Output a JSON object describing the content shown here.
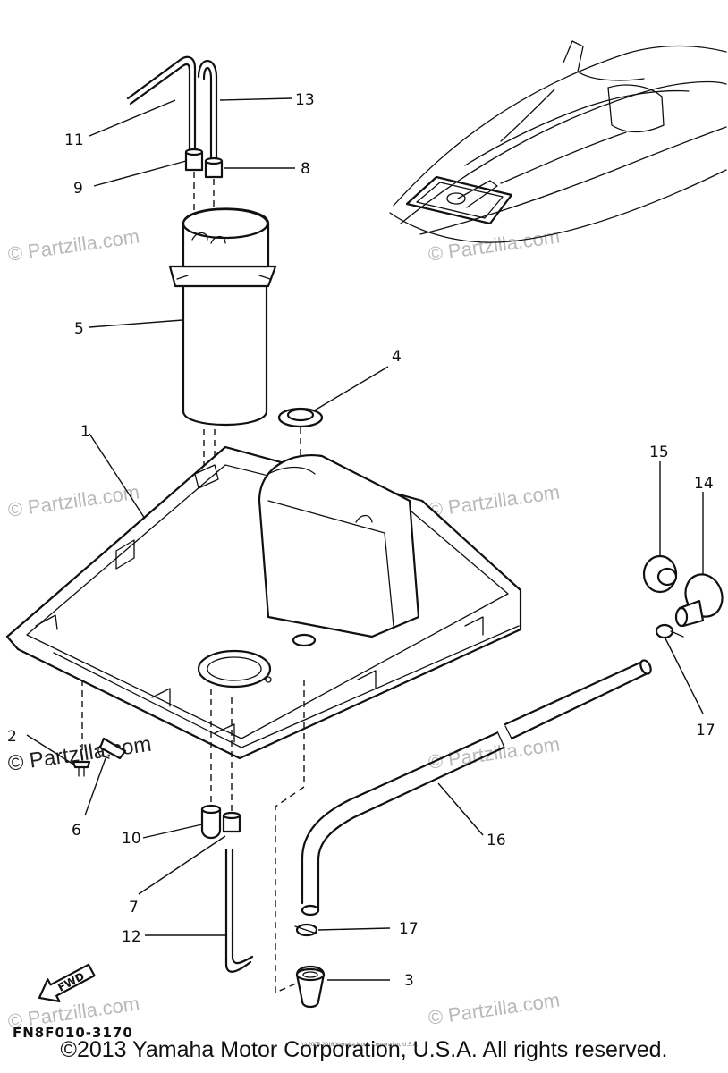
{
  "callouts": {
    "c1": "1",
    "c2": "2",
    "c3": "3",
    "c4": "4",
    "c5": "5",
    "c6": "6",
    "c7": "7",
    "c8": "8",
    "c9": "9",
    "c10": "10",
    "c11": "11",
    "c12": "12",
    "c13": "13",
    "c14": "14",
    "c15": "15",
    "c16": "16",
    "c17a": "17",
    "c17b": "17"
  },
  "watermark": "© Partzilla.com",
  "fwd_label": "FWD",
  "diagram_code": "FN8F010-3170",
  "small_credit": "(c) 2005-2016 Yamaha Motor Corporation, U.S.A.",
  "copyright": "©2013 Yamaha Motor Corporation, U.S.A. All rights reserved."
}
